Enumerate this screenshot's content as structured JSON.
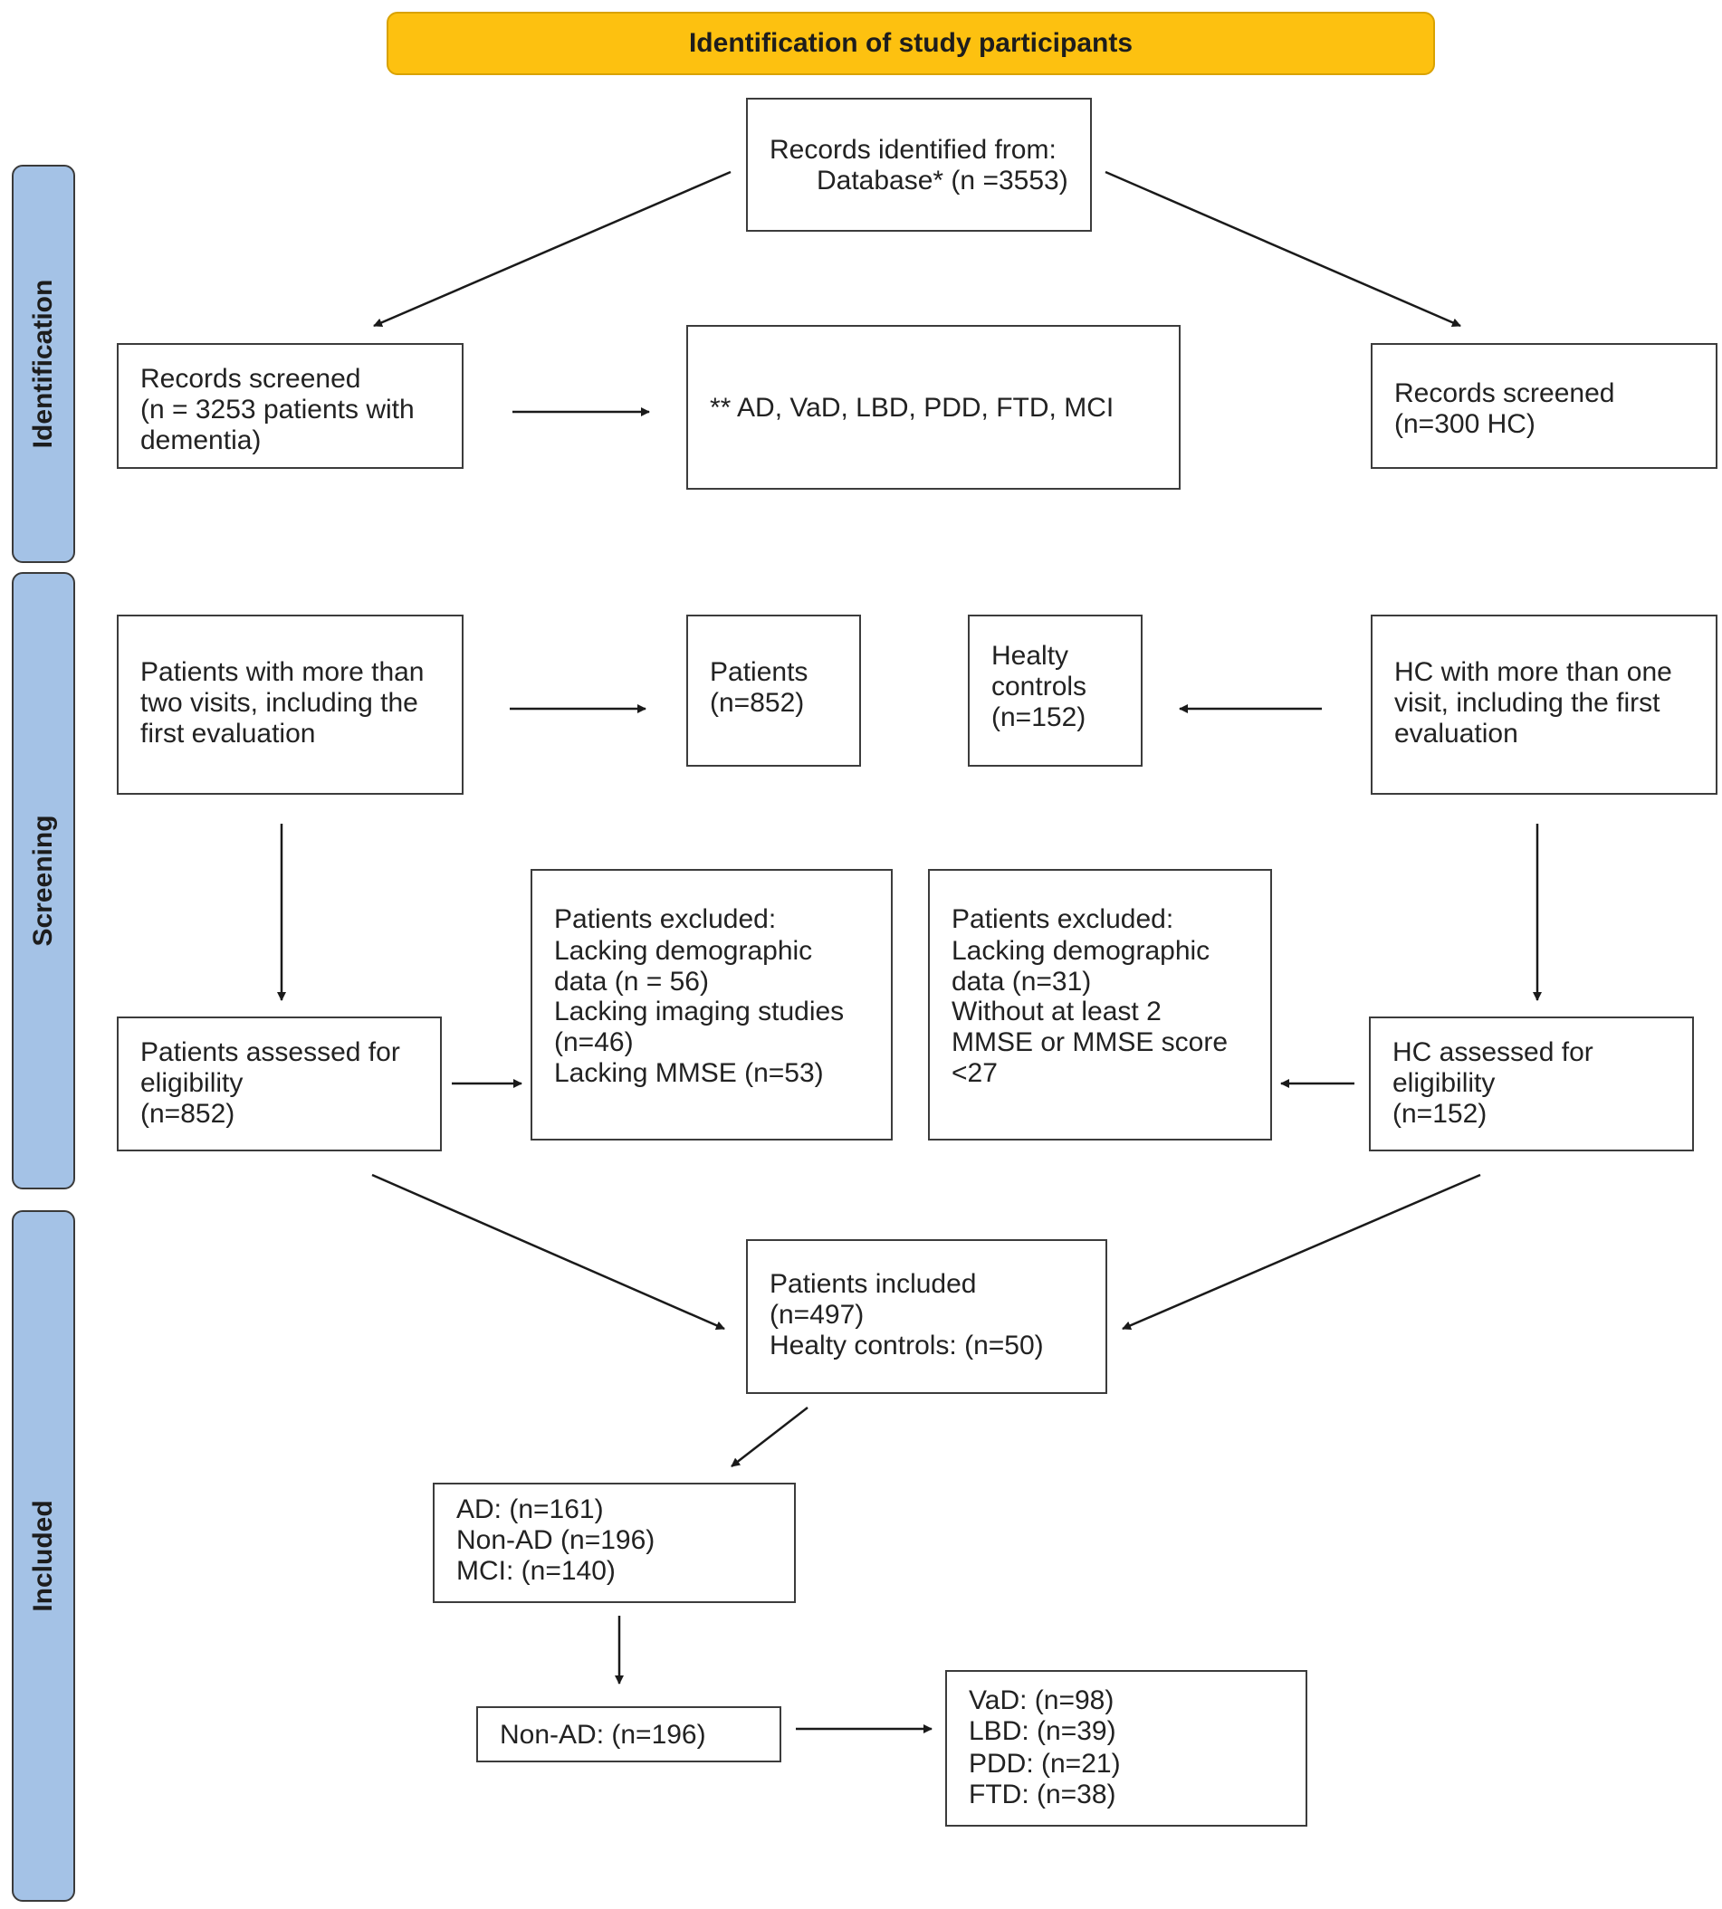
{
  "title": "Identification of study participants",
  "stages": {
    "identification": "Identification",
    "screening": "Screening",
    "included": "Included"
  },
  "boxes": {
    "records_identified": [
      "Records identified from:",
      "Database* (n =3553)"
    ],
    "screened_patients": [
      "Records screened",
      "(n = 3253 patients with",
      "dementia)"
    ],
    "diagnoses": [
      "** AD, VaD, LBD, PDD, FTD, MCI"
    ],
    "screened_hc": [
      "Records screened",
      "(n=300 HC)"
    ],
    "patients_visits": [
      "Patients with more than",
      "two visits, including the",
      "first evaluation"
    ],
    "patients_852": [
      "Patients",
      "(n=852)"
    ],
    "healthy_152": [
      "Healty",
      "controls",
      "(n=152)"
    ],
    "hc_visits": [
      "HC with more than one",
      "visit, including the first",
      "evaluation"
    ],
    "patients_excluded": [
      "Patients excluded:",
      "Lacking demographic",
      "data (n = 56)",
      "Lacking imaging studies",
      "(n=46)",
      "Lacking MMSE (n=53)"
    ],
    "hc_excluded": [
      "Patients excluded:",
      "Lacking demographic",
      "data (n=31)",
      "Without at least 2",
      "MMSE or MMSE score",
      "<27"
    ],
    "patients_assessed": [
      "Patients assessed for",
      "eligibility",
      "(n=852)"
    ],
    "hc_assessed": [
      "HC assessed for",
      "eligibility",
      "(n=152)"
    ],
    "included": [
      "Patients included",
      "(n=497)",
      "Healty controls: (n=50)"
    ],
    "groups": [
      "AD: (n=161)",
      "Non-AD (n=196)",
      "MCI: (n=140)"
    ],
    "non_ad": [
      "Non-AD: (n=196)"
    ],
    "subtypes": [
      "VaD: (n=98)",
      "LBD: (n=39)",
      "PDD: (n=21)",
      "FTD: (n=38)"
    ]
  },
  "colors": {
    "banner": "#fdc110",
    "stage_tab": "#a4c2e6",
    "border": "#3c3c3c",
    "arrow": "#1a1a1a"
  }
}
